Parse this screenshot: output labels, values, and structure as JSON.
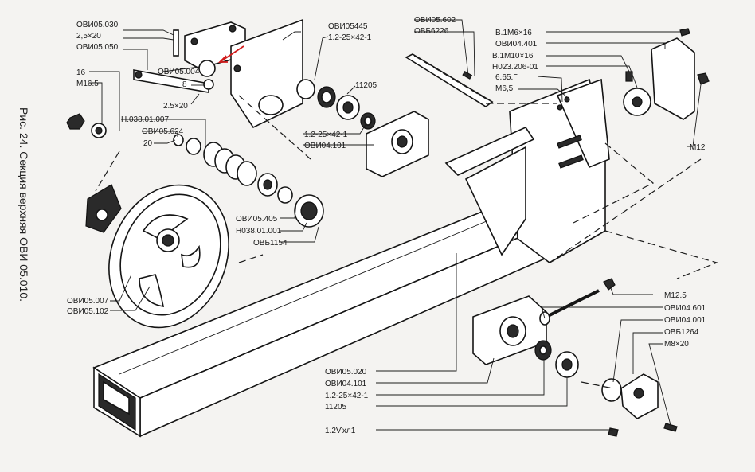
{
  "figure": {
    "caption": "Рис. 24. Секция верхняя ОВИ 05.010."
  },
  "labels": {
    "ovi05_030": "ОВИ05.030",
    "pin_2_5x20_top": "2,5×20",
    "ovi05_050": "ОВИ05.050",
    "ovi05_004": "ОВИ05.004",
    "washer_8": "8",
    "pin_2_5x20_low": "2.5×20",
    "num_16": "16",
    "m16_5": "М16.5",
    "h038_01_007": "Н.038.01.007",
    "ovi05_624": "ОВИ05.624",
    "num_20": "20",
    "ovi05445": "ОВИ05445",
    "bearing_top": "1.2-25×42-1",
    "b11205_top": "11205",
    "bearing_mid": "1.2-25×42-1",
    "ovi04_101_mid": "ОВИ04.101",
    "ovi05_602": "ОВИ05.602",
    "ovb6226": "ОВБ6226",
    "ovi05_405": "ОВИ05.405",
    "h038_01_001": "Н038.01.001",
    "ovb1154": "ОВБ1154",
    "ovi05_007": "ОВИ05.007",
    "ovi05_102": "ОВИ05.102",
    "v1m6x16": "В.1М6×16",
    "ovi04_401": "ОВИ04.401",
    "v1m10x16": "В.1М10×16",
    "h023_206_01": "Н023.206-01",
    "n6_65g": "6.65.Г",
    "m6_5": "М6,5",
    "m12": "М12",
    "m12_5": "М12.5",
    "ovi04_601": "ОВИ04.601",
    "ovi04_001": "ОВИ04.001",
    "ovb1264": "ОВБ1264",
    "m8x20": "М8×20",
    "ovi05_020": "ОВИ05.020",
    "ovi04_101_low": "ОВИ04.101",
    "bearing_low": "1.2-25×42-1",
    "b11205_low": "11205",
    "v1_2": "1.2Ѵхл1"
  },
  "colors": {
    "paper": "#f4f3f1",
    "ink": "#151515",
    "arrow": "#d11a1a"
  },
  "icons": {
    "pointer": "red-arrow-icon"
  }
}
